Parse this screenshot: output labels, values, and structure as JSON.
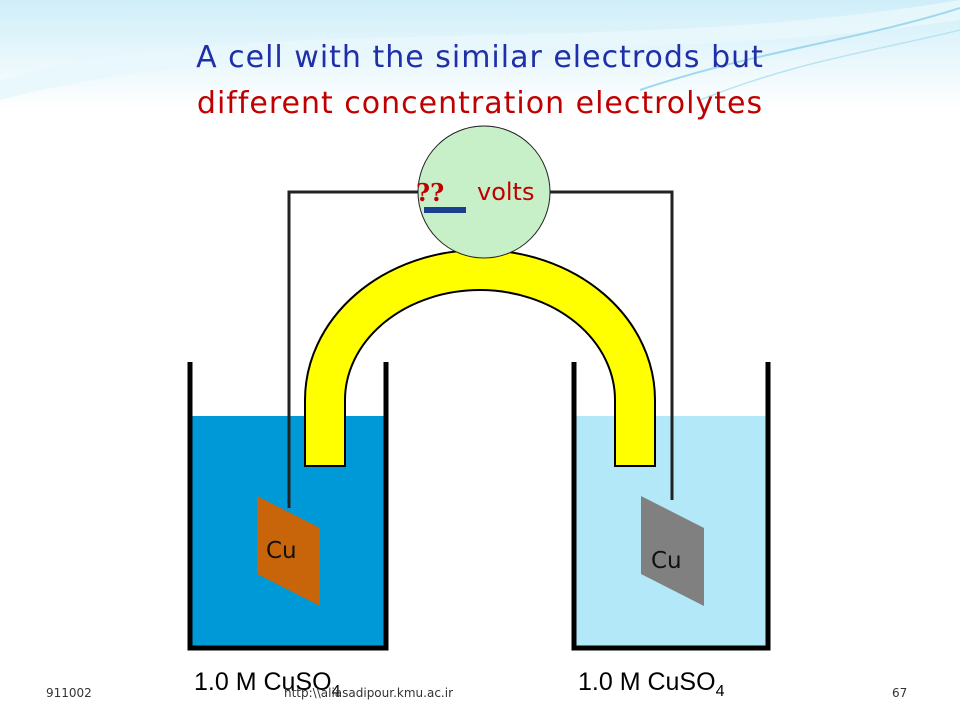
{
  "slide": {
    "title_line1": "A cell with the similar electrods  but",
    "title_line2": "different concentration electrolytes",
    "voltmeter": {
      "reading": "??",
      "unit": "volts"
    },
    "left_cell": {
      "electrode_label": "Cu",
      "electrolyte": "1.0 M CuSO",
      "subscript": "4"
    },
    "right_cell": {
      "electrode_label": "Cu",
      "electrolyte": "1.0 M CuSO",
      "subscript": "4"
    },
    "footer": {
      "date": "911002",
      "url": "http:\\\\aliasadipour.kmu.ac.ir",
      "page": "67"
    }
  },
  "colors": {
    "title_blue": "#1f2fa8",
    "title_red": "#c00000",
    "left_solution": "#0099d8",
    "right_solution": "#b3e8f8",
    "salt_bridge": "#ffff00",
    "copper_electrode": "#c8640a",
    "grey_electrode": "#808080",
    "voltmeter_face": "#c8f0c8"
  }
}
